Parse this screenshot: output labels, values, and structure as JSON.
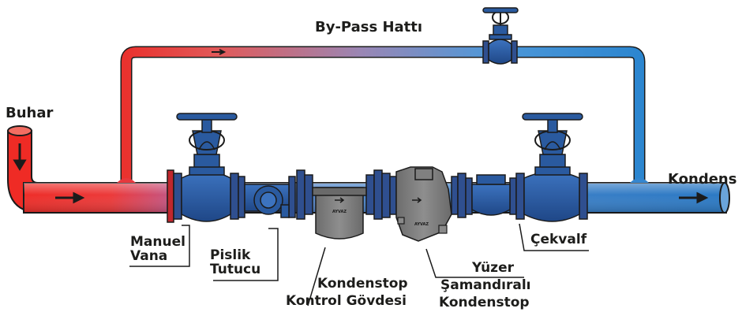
{
  "labels": {
    "bypass": "By-Pass Hattı",
    "steam": "Buhar",
    "condensate": "Kondens",
    "manual_valve_1": "Manuel",
    "manual_valve_2": "Vana",
    "strainer_1": "Pislik",
    "strainer_2": "Tutucu",
    "control_body_1": "Kondenstop",
    "control_body_2": "Kontrol Gövdesi",
    "float_trap_1": "Yüzer",
    "float_trap_2": "Şamandıralı",
    "float_trap_3": "Kondenstop",
    "check_valve": "Çekvalf"
  },
  "body_marking": "AYVAZ",
  "colors": {
    "steam": "#e8262a",
    "condensate": "#2a79c4",
    "equipment": "#2a5a9f",
    "equipment_dark": "#17335f",
    "trap_body": "#7b7b7b",
    "flange": "#2f4f8f",
    "flange_red": "#c1272d"
  }
}
